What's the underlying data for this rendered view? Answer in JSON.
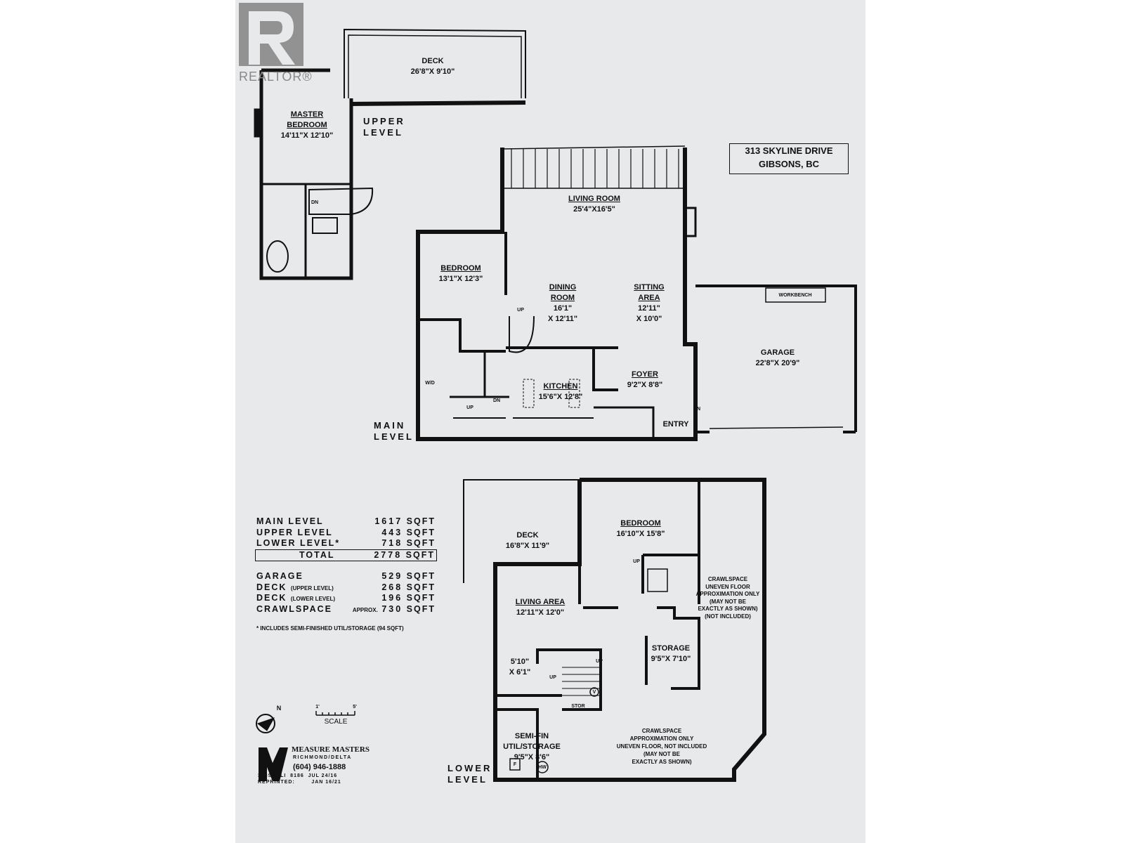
{
  "watermark": {
    "text": "REALTOR®"
  },
  "address": {
    "line1": "313 SKYLINE DRIVE",
    "line2": "GIBSONS, BC"
  },
  "levels": {
    "upper": [
      "UPPER",
      "LEVEL"
    ],
    "main": [
      "MAIN",
      "LEVEL"
    ],
    "lower": [
      "LOWER",
      "LEVEL"
    ]
  },
  "upper_level": {
    "deck": {
      "name": "DECK",
      "size": "26'8\"X 9'10\""
    },
    "master_bedroom": {
      "name1": "MASTER",
      "name2": "BEDROOM",
      "size": "14'11\"X 12'10\""
    },
    "dn": "DN"
  },
  "main_level": {
    "living_room": {
      "name": "LIVING ROOM",
      "size": "25'4\"X16'5\""
    },
    "bedroom": {
      "name": "BEDROOM",
      "size": "13'1\"X 12'3\""
    },
    "dining_room": {
      "name1": "DINING",
      "name2": "ROOM",
      "size1": "16'1\"",
      "size2": "X 12'11\""
    },
    "sitting_area": {
      "name1": "SITTING",
      "name2": "AREA",
      "size1": "12'11\"",
      "size2": "X 10'0\""
    },
    "kitchen": {
      "name": "KITCHEN",
      "size": "15'6\"X 12'8\""
    },
    "foyer": {
      "name": "FOYER",
      "size": "9'2\"X 8'8\""
    },
    "entry": "ENTRY",
    "garage": {
      "name": "GARAGE",
      "size": "22'8\"X 20'9\"",
      "workbench": "WORKBENCH"
    },
    "wd": "W/D",
    "up": "UP",
    "dn": "DN"
  },
  "lower_level": {
    "deck": {
      "name": "DECK",
      "size": "16'8\"X 11'9\""
    },
    "bedroom": {
      "name": "BEDROOM",
      "size": "16'10\"X 15'8\""
    },
    "living_area": {
      "name": "LIVING AREA",
      "size": "12'11\"X 12'0\""
    },
    "storage": {
      "name": "STORAGE",
      "size": "9'5\"X 7'10\""
    },
    "nook": {
      "size1": "5'10\"",
      "size2": "X 6'1\""
    },
    "util": {
      "name1": "SEMI-FIN",
      "name2": "UTIL/STORAGE",
      "size": "9'5\"X 8'6\""
    },
    "crawl_right": [
      "CRAWLSPACE",
      "UNEVEN FLOOR",
      "APPROXIMATION ONLY",
      "(MAY NOT BE",
      "EXACTLY AS SHOWN)",
      "(NOT INCLUDED)"
    ],
    "crawl_bottom": [
      "CRAWLSPACE",
      "APPROXIMATION ONLY",
      "UNEVEN FLOOR, NOT INCLUDED",
      "(MAY NOT BE",
      "EXACTLY AS SHOWN)"
    ],
    "stor": "STOR",
    "v": "V",
    "f": "F",
    "hw": "HW",
    "up": "UP"
  },
  "area_table": {
    "rows": [
      {
        "label": "MAIN LEVEL",
        "value": "1617",
        "unit": "SQFT"
      },
      {
        "label": "UPPER LEVEL",
        "value": "443",
        "unit": "SQFT"
      },
      {
        "label": "LOWER LEVEL*",
        "value": "718",
        "unit": "SQFT"
      }
    ],
    "total": {
      "label": "TOTAL",
      "value": "2778",
      "unit": "SQFT"
    },
    "extra": [
      {
        "label": "GARAGE",
        "note": "",
        "value": "529",
        "unit": "SQFT"
      },
      {
        "label": "DECK",
        "note": "(UPPER LEVEL)",
        "value": "268",
        "unit": "SQFT"
      },
      {
        "label": "DECK",
        "note": "(LOWER LEVEL)",
        "value": "196",
        "unit": "SQFT"
      },
      {
        "label": "CRAWLSPACE",
        "note": "APPROX.",
        "value": "730",
        "unit": "SQFT"
      }
    ],
    "footnote": "* INCLUDES SEMI-FINISHED UTIL/STORAGE (94 SQFT)"
  },
  "legend": {
    "north": "N",
    "scale_start": "1'",
    "scale_end": "5'",
    "scale_label": "SCALE"
  },
  "credits": {
    "company": "MEASURE MASTERS",
    "location": "RICHMOND/DELTA",
    "phone": "(604) 946-1888",
    "code": "313SKYLI  8186  JUL 24/16",
    "reprinted": "REPRINTED:        JAN 16/21"
  }
}
